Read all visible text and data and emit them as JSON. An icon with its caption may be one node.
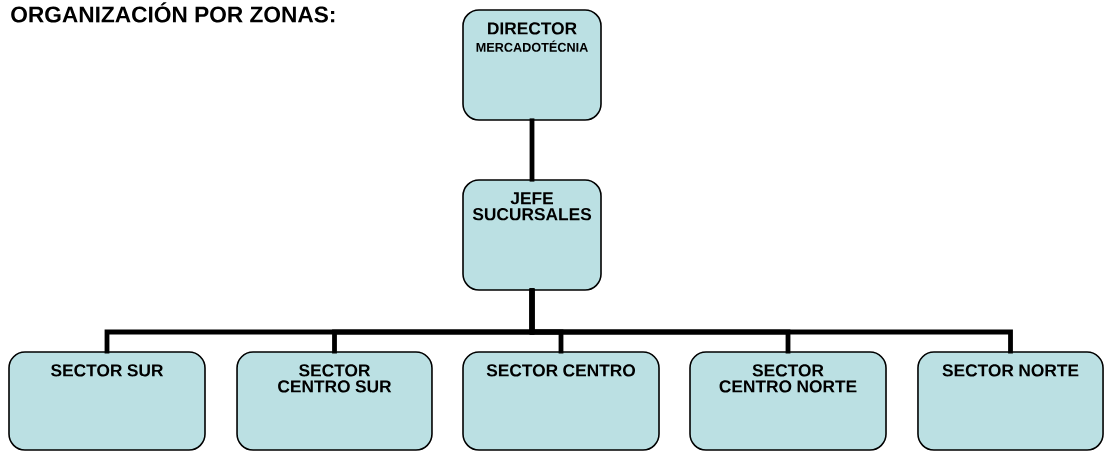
{
  "diagram": {
    "title": "ORGANIZACIÓN POR ZONAS:",
    "nodes": [
      {
        "text": [
          "DIRECTOR",
          "MERCADOTÉCNIA"
        ]
      },
      {
        "text": [
          "JEFE SUCURSALES"
        ]
      },
      {
        "text": [
          "SECTOR SUR"
        ]
      },
      {
        "text": [
          "SECTOR CENTRO SUR"
        ]
      },
      {
        "text": [
          "SECTOR CENTRO"
        ]
      },
      {
        "text": [
          "SECTOR CENTRO NORTE"
        ]
      },
      {
        "text": [
          "SECTOR NORTE"
        ]
      }
    ],
    "edges": [
      {
        "from": 0,
        "to": 1,
        "arrow": "none"
      },
      {
        "from": 1,
        "to": 2,
        "arrow": "none"
      },
      {
        "from": 1,
        "to": 3,
        "arrow": "none"
      },
      {
        "from": 1,
        "to": 4,
        "arrow": "none"
      },
      {
        "from": 1,
        "to": 5,
        "arrow": "none"
      },
      {
        "from": 1,
        "to": 6,
        "arrow": "none"
      }
    ]
  }
}
